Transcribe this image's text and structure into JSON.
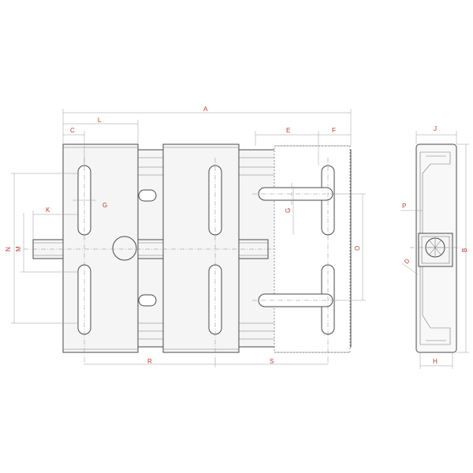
{
  "diagram": {
    "colors": {
      "line": "#4a4a4a",
      "dimension_line": "#9a9a9a",
      "label": "#c0392b",
      "plate_fill": "#f5f5f5"
    },
    "labels": {
      "A": "A",
      "B": "B",
      "C": "C",
      "D": "D",
      "E": "E",
      "F": "F",
      "G": "G",
      "G2": "G",
      "H": "H",
      "J": "J",
      "K": "K",
      "L": "L",
      "M": "M",
      "N": "N",
      "O": "O",
      "P": "P",
      "R": "R",
      "S": "S"
    }
  }
}
